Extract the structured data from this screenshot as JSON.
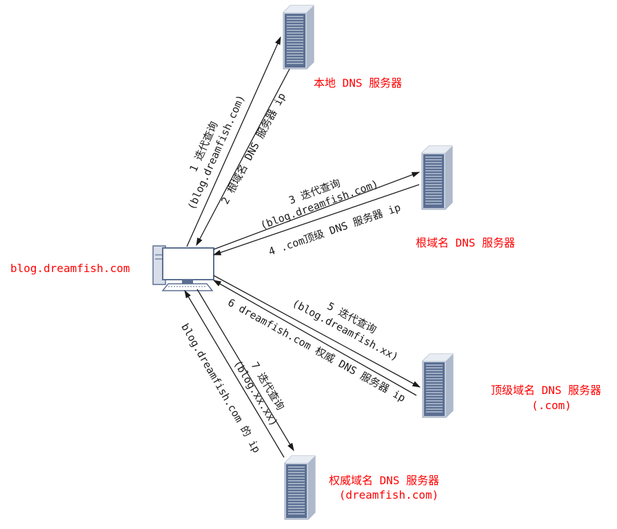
{
  "client": {
    "label": "blog.dreamfish.com",
    "icon": "desktop-computer-icon"
  },
  "servers": {
    "local": {
      "label": "本地 DNS 服务器",
      "icon": "server-rack-icon"
    },
    "root": {
      "label": "根域名 DNS 服务器",
      "icon": "server-rack-icon"
    },
    "tld": {
      "label_line1": "顶级域名 DNS 服务器",
      "label_line2": "(.com)",
      "icon": "server-rack-icon"
    },
    "auth": {
      "label_line1": "权威域名 DNS 服务器",
      "label_line2": "(dreamfish.com)",
      "icon": "server-rack-icon"
    }
  },
  "edges": {
    "e1": {
      "line1": "1 迭代查询",
      "line2": "(blog.dreamfish.com)"
    },
    "e2": {
      "line1": "2 根域名 DNS 服务器 ip"
    },
    "e3": {
      "line1": "3 迭代查询",
      "line2": "(blog.dreamfish.com)"
    },
    "e4": {
      "line1": "4 .com顶级 DNS 服务器 ip"
    },
    "e5": {
      "line1": "5 迭代查询",
      "line2": "(blog.dreamfish.xx)"
    },
    "e6": {
      "line1": "6 dreamfish.com 权威 DNS 服务器 ip"
    },
    "e7": {
      "line1": "7 迭代查询",
      "line2": "(blog.xx.xx)"
    },
    "e8": {
      "line1": "blog.dreamfish.com 的 ip"
    }
  },
  "colors": {
    "label_red": "#ff0000",
    "edge": "#1a1a1a",
    "server_front": "#5b6f92",
    "server_side": "#c5cedd"
  }
}
